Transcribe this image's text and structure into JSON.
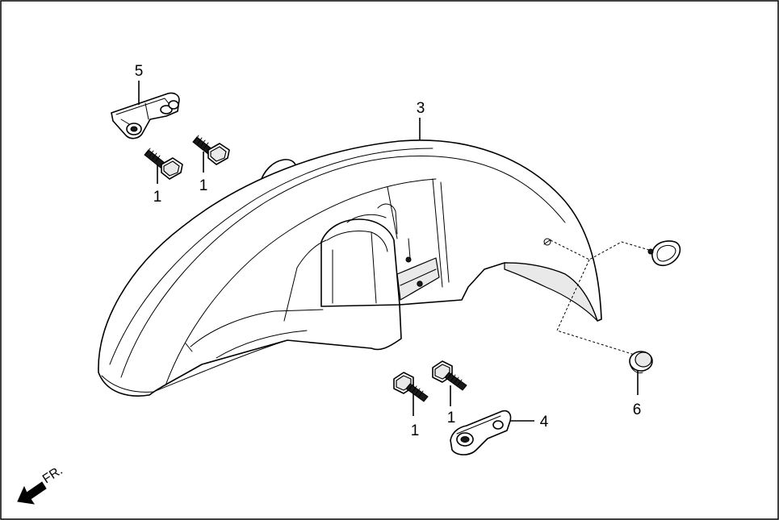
{
  "callouts": {
    "bolt_a": "1",
    "bolt_b": "1",
    "bolt_c": "1",
    "bolt_d": "1",
    "fender": "3",
    "bracket_lower": "4",
    "bracket_upper": "5",
    "grommet": "6"
  },
  "direction_label": "FR."
}
